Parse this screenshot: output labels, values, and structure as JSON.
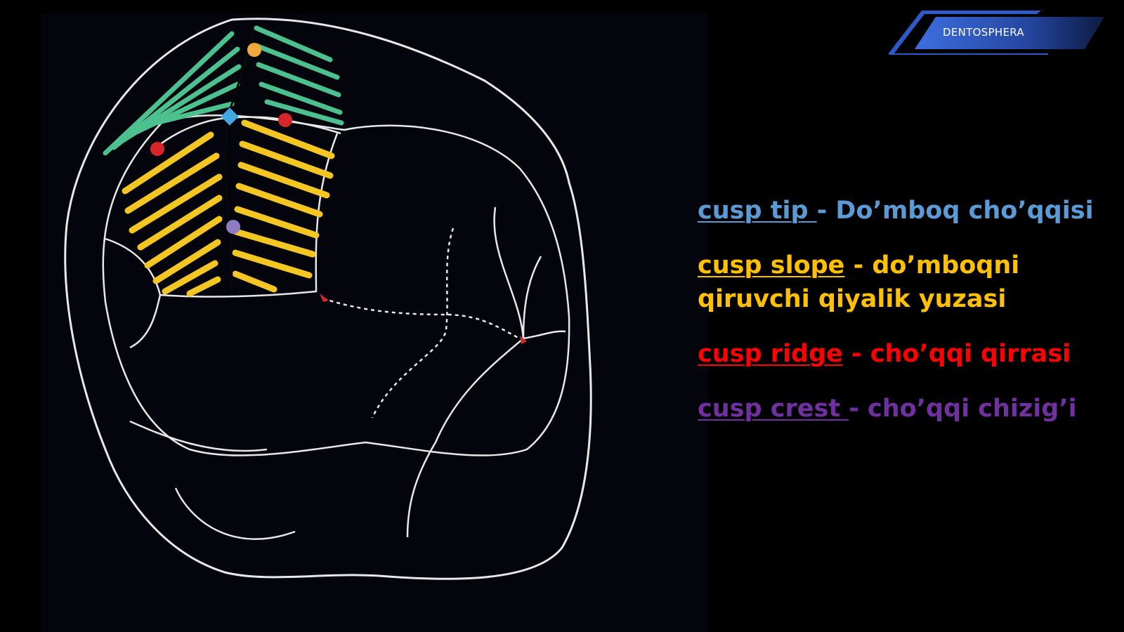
{
  "brand": {
    "name": "DENTOSPHERA"
  },
  "legend": [
    {
      "term": "cusp tip ",
      "separator": "- ",
      "definition": "Doʼmboq choʼqqisi",
      "color": "#5b9bd5"
    },
    {
      "term": "cusp slope",
      "separator": " - ",
      "definition": "doʼmboqni qiruvchi qiyalik yuzasi",
      "color": "#ffc000"
    },
    {
      "term": "cusp ridge",
      "separator": " - ",
      "definition": "choʼqqi qirrasi",
      "color": "#ff0000"
    },
    {
      "term": "cusp crest ",
      "separator": "- ",
      "definition": "choʼqqi chizigʼi",
      "color": "#7030a0"
    }
  ],
  "diagram": {
    "marker_colors": {
      "cusp_tip_dot": "#f2a93b",
      "cusp_tip_diamond": "#3fa9e0",
      "cusp_ridge_dots": "#d7262a",
      "cusp_crest_dot": "#8e7cc3",
      "slope_hatch_green": "#4cc08e",
      "slope_hatch_yellow": "#f3c623",
      "outline": "#e8e8e8"
    }
  }
}
